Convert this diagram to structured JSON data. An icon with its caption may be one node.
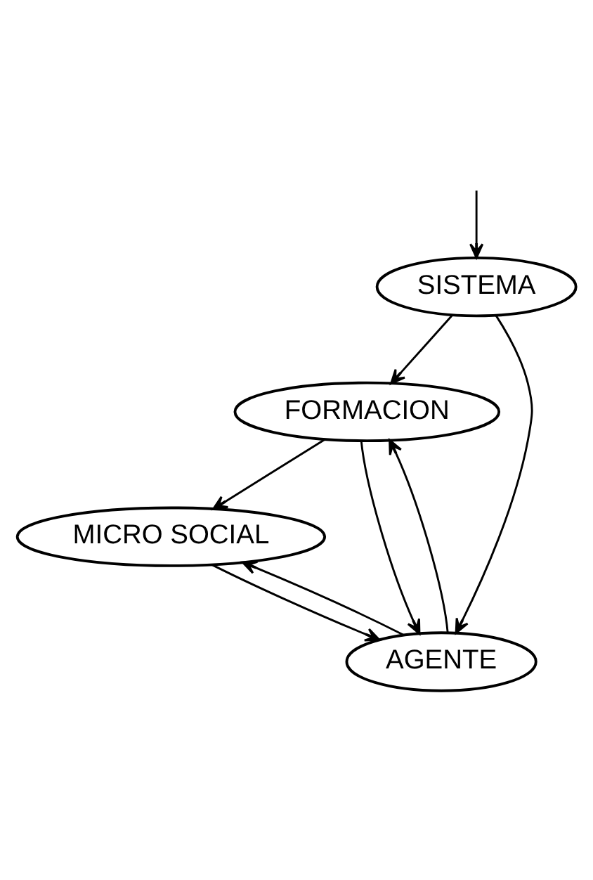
{
  "diagram": {
    "nodes": [
      {
        "text": [
          "SISTEMA"
        ]
      },
      {
        "text": [
          "FORMACION"
        ]
      },
      {
        "text": [
          "MICRO SOCIAL"
        ]
      },
      {
        "text": [
          "AGENTE"
        ]
      }
    ],
    "edges": [
      {
        "from": null,
        "to": 0,
        "arrow": "to"
      },
      {
        "from": 0,
        "to": 1,
        "arrow": "to"
      },
      {
        "from": 0,
        "to": 3,
        "arrow": "to"
      },
      {
        "from": 3,
        "to": 1,
        "arrow": "to"
      },
      {
        "from": 1,
        "to": 2,
        "arrow": "to"
      },
      {
        "from": 1,
        "to": 3,
        "arrow": "to"
      },
      {
        "from": 2,
        "to": 3,
        "arrow": "to"
      },
      {
        "from": 3,
        "to": 2,
        "arrow": "to"
      }
    ]
  }
}
